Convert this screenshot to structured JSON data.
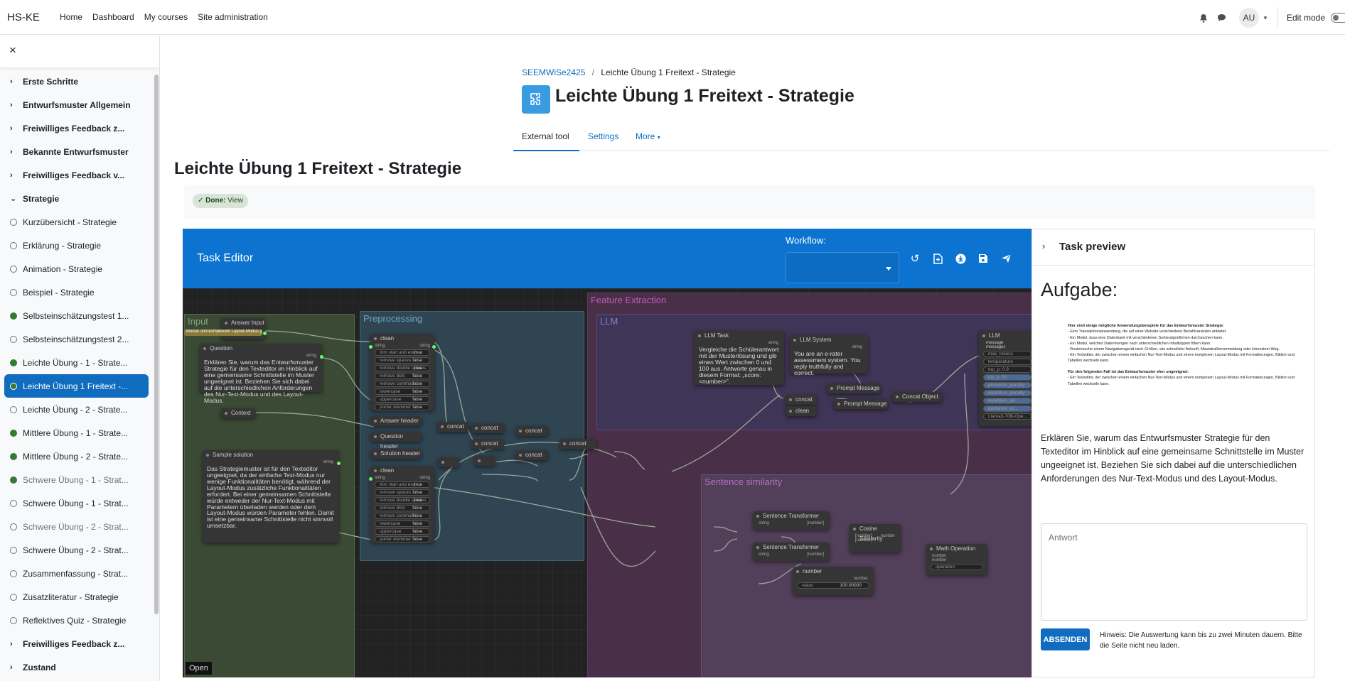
{
  "nav": {
    "brand": "HS-KE",
    "links": [
      "Home",
      "Dashboard",
      "My courses",
      "Site administration"
    ],
    "avatar": "AU",
    "edit_mode": "Edit mode"
  },
  "drawer": {
    "close": "×",
    "items": [
      {
        "type": "section",
        "label": "Erste Schritte",
        "state": "collapsed"
      },
      {
        "type": "section",
        "label": "Entwurfsmuster Allgemein",
        "state": "collapsed"
      },
      {
        "type": "section",
        "label": "Freiwilliges Feedback z...",
        "state": "collapsed"
      },
      {
        "type": "section",
        "label": "Bekannte Entwurfsmuster",
        "state": "collapsed"
      },
      {
        "type": "section",
        "label": "Freiwilliges Feedback v...",
        "state": "collapsed"
      },
      {
        "type": "section",
        "label": "Strategie",
        "state": "expanded"
      },
      {
        "type": "activity",
        "label": "Kurzübersicht - Strategie",
        "done": false
      },
      {
        "type": "activity",
        "label": "Erklärung - Strategie",
        "done": false
      },
      {
        "type": "activity",
        "label": "Animation - Strategie",
        "done": false
      },
      {
        "type": "activity",
        "label": "Beispiel - Strategie",
        "done": false
      },
      {
        "type": "activity",
        "label": "Selbsteinschätzungstest 1...",
        "done": true
      },
      {
        "type": "activity",
        "label": "Selbsteinschätzungstest 2...",
        "done": false
      },
      {
        "type": "activity",
        "label": "Leichte Übung - 1 - Strate...",
        "done": true
      },
      {
        "type": "activity",
        "label": "Leichte Übung 1 Freitext -...",
        "done": true,
        "active": true
      },
      {
        "type": "activity",
        "label": "Leichte Übung - 2 - Strate...",
        "done": false
      },
      {
        "type": "activity",
        "label": "Mittlere Übung - 1 - Strate...",
        "done": true
      },
      {
        "type": "activity",
        "label": "Mittlere Übung - 2 - Strate...",
        "done": true
      },
      {
        "type": "activity",
        "label": "Schwere Übung - 1 - Strat...",
        "done": true,
        "muted": true
      },
      {
        "type": "activity",
        "label": "Schwere Übung - 1 - Strat...",
        "done": false
      },
      {
        "type": "activity",
        "label": "Schwere Übung - 2 - Strat...",
        "done": false,
        "muted": true
      },
      {
        "type": "activity",
        "label": "Schwere Übung - 2 - Strat...",
        "done": false
      },
      {
        "type": "activity",
        "label": "Zusammenfassung - Strat...",
        "done": false
      },
      {
        "type": "activity",
        "label": "Zusatzliteratur - Strategie",
        "done": false
      },
      {
        "type": "activity",
        "label": "Reflektives Quiz - Strategie",
        "done": false
      },
      {
        "type": "section",
        "label": "Freiwilliges Feedback z...",
        "state": "collapsed"
      },
      {
        "type": "section",
        "label": "Zustand",
        "state": "collapsed"
      },
      {
        "type": "section",
        "label": "Freiwilliges Feedback z...",
        "state": "collapsed"
      }
    ]
  },
  "header": {
    "breadcrumb_course": "SEEMWiSe2425",
    "breadcrumb_sep": "/",
    "breadcrumb_current": "Leichte Übung 1 Freitext - Strategie",
    "title": "Leichte Übung 1 Freitext - Strategie"
  },
  "tabs": {
    "external": "External tool",
    "settings": "Settings",
    "more": "More"
  },
  "content": {
    "heading": "Leichte Übung 1 Freitext - Strategie",
    "done_label": "Done:",
    "done_value": "View"
  },
  "editor": {
    "title": "Task Editor",
    "workflow_label": "Workflow:",
    "open": "Open",
    "groups": {
      "input": "Input",
      "preprocessing": "Preprocessing",
      "feature": "Feature Extraction",
      "llm": "LLM",
      "sentence": "Sentence similarity"
    },
    "nodes": {
      "answer_input": "Answer Input",
      "answer_input_text": "Modus und komplexem Layout-Modus gibt.",
      "question": "Question",
      "question_text": "Erklären Sie, warum das Entwurfsmuster Strategie für den Texteditor im Hinblick auf eine gemeinsame Schnittstelle im Muster ungeeignet ist. Beziehen Sie sich dabei auf die unterschiedlichen Anforderungen des Nur-Text-Modus und des Layout-Modus.",
      "context": "Context",
      "sample": "Sample solution",
      "sample_text": "Das Strategiemuster ist für den Texteditor ungeeignet, da der einfache Text-Modus nur wenige Funktionalitäten benötigt, während der Layout-Modus zusätzliche Funktionalitäten erfordert.  Bei einer gemeinsamen Schnittstelle würde entweder der Nur-Text-Modus mit Parametern überladen werden oder dem Layout-Modus würden Parameter fehlen. Damit ist eine gemeinsame Schnittstelle nicht sinnvoll umsetzbar.",
      "clean": "clean",
      "answer_header": "Answer header",
      "question_header": "Question header",
      "solution_header": "Solution header",
      "concat": "concat",
      "llm_task": "LLM Task",
      "llm_task_text": "Vergleiche die Schülerantwort mit der Musterlösung und gib einen Wert zwischen 0 und 100 aus. Antworte genau in diesem Format: „score: <number>\".",
      "llm_system": "LLM System",
      "llm_system_text": "You are an e-rater assessment system. You reply truthfully and correct.",
      "prompt_message": "Prompt Message",
      "concat_object": "Concat Object",
      "llm": "LLM",
      "sentence_transformer": "Sentence Transformer",
      "cosine_similarity": "Cosine Similarity",
      "math_operation": "Math Operation",
      "number": "number",
      "number_value": "100.00000",
      "string": "string",
      "numbers": "[number]",
      "operation": "operation",
      "value": "value",
      "message": "message",
      "messages": "messages"
    },
    "clean_widgets": [
      [
        "trim start and end",
        "true"
      ],
      [
        "remove spaces",
        "false"
      ],
      [
        "remove double spaces",
        "true"
      ],
      [
        "remove dots",
        "false"
      ],
      [
        "remove commas",
        "false"
      ],
      [
        "lowercase",
        "false"
      ],
      [
        "uppercase",
        "false"
      ],
      [
        "porter stemmer",
        "false"
      ]
    ],
    "llm_widgets": [
      "max_tokens",
      "temperature",
      "top_p: 0.9",
      "top_k: 50",
      "presence_penalty",
      "repetition_penalty",
      "repetition_pe...",
      "guidance_sc...",
      "Llama3-70B-Ope..."
    ]
  },
  "preview": {
    "title": "Task preview",
    "aufgabe": "Aufgabe:",
    "mini_heading": "Hier sind einige mögliche Anwendungsbeispiele für das Entwurfsmuster Strategie:",
    "mini_items": [
      "- Eine Transaktionsanwendung, die auf einer Website verschiedene Bezahlvarianten anbietet.",
      "- Ein Modul, dass eine Datenbank mit verschiedenen Sortieralgorithmen durchsuchen kann.",
      "- Ein Modul, welches Datenmengen nach unterschiedlichen Inhaltstypen filtern kann.",
      "- Routensuche einem Navigationsgerät nach Größen, wie schnellster Ankunft, Mautstraßenvermeidung oder kürzestem Weg.",
      "- Ein Texteditor, der zwischen einem einfachen Nur-Text-Modus und einem komplexen Layout-Modus mit Formatierungen, Bildern und Tabellen wechseln kann."
    ],
    "mini_heading2": "Für den folgenden Fall ist das Entwurfsmuster eher ungeeignet:",
    "mini_item2": "- Ein Texteditor, der zwischen einem einfachen Nur-Text-Modus und einem komplexen Layout-Modus mit Formatierungen, Bildern und Tabellen wechseln kann.",
    "description": "Erklären Sie, warum das Entwurfsmuster Strategie für den Texteditor im Hinblick auf eine gemeinsame Schnittstelle im Muster ungeeignet ist. Beziehen Sie sich dabei auf die unterschiedlichen Anforderungen des Nur-Text-Modus und des Layout-Modus.",
    "answer_placeholder": "Antwort",
    "submit": "ABSENDEN",
    "hint": "Hinweis: Die Auswertung kann bis zu zwei Minuten dauern. Bitte die Seite nicht neu laden."
  },
  "colors": {
    "primary": "#0f6cbf",
    "editor_header": "#0c73d0",
    "done_green": "#357a32",
    "input_group": "#3a4a34",
    "preprocessing_group": "#2f4552",
    "feature_group": "#4a2f48"
  }
}
